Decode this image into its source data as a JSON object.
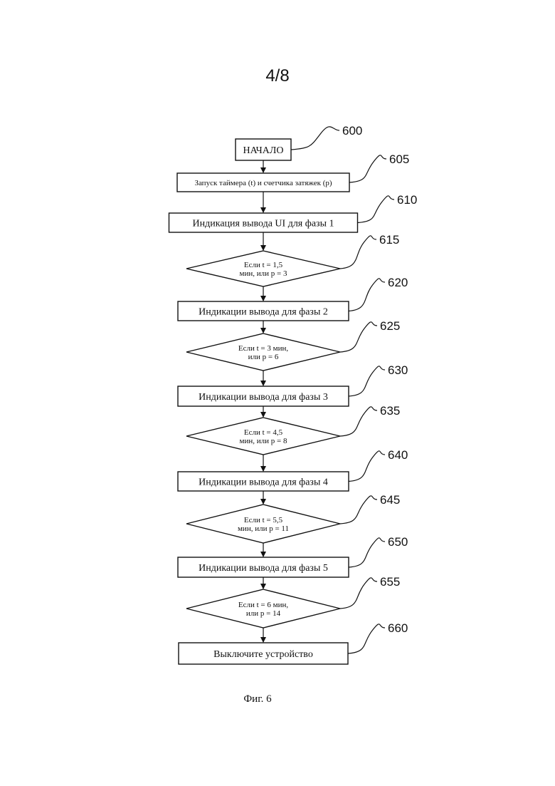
{
  "page": {
    "sheet_number": "4/8",
    "caption": "Фиг. 6"
  },
  "flowchart": {
    "nodes": [
      {
        "id": "600",
        "kind": "terminal",
        "ref": "600",
        "lines": [
          "НАЧАЛО"
        ]
      },
      {
        "id": "605",
        "kind": "process",
        "ref": "605",
        "lines": [
          "Запуск таймера (t) и счетчика затяжек (p)"
        ]
      },
      {
        "id": "610",
        "kind": "process",
        "ref": "610",
        "lines": [
          "Индикация вывода UI для фазы 1"
        ]
      },
      {
        "id": "615",
        "kind": "decision",
        "ref": "615",
        "lines": [
          "Если t = 1,5",
          "мин, или p = 3"
        ]
      },
      {
        "id": "620",
        "kind": "process",
        "ref": "620",
        "lines": [
          "Индикации вывода для фазы 2"
        ]
      },
      {
        "id": "625",
        "kind": "decision",
        "ref": "625",
        "lines": [
          "Если t = 3 мин,",
          "или p = 6"
        ]
      },
      {
        "id": "630",
        "kind": "process",
        "ref": "630",
        "lines": [
          "Индикации вывода для фазы 3"
        ]
      },
      {
        "id": "635",
        "kind": "decision",
        "ref": "635",
        "lines": [
          "Если t = 4,5",
          "мин, или p = 8"
        ]
      },
      {
        "id": "640",
        "kind": "process",
        "ref": "640",
        "lines": [
          "Индикации вывода для фазы 4"
        ]
      },
      {
        "id": "645",
        "kind": "decision",
        "ref": "645",
        "lines": [
          "Если t = 5,5",
          "мин, или p = 11"
        ]
      },
      {
        "id": "650",
        "kind": "process",
        "ref": "650",
        "lines": [
          "Индикации вывода для фазы 5"
        ]
      },
      {
        "id": "655",
        "kind": "decision",
        "ref": "655",
        "lines": [
          "Если t = 6 мин,",
          "или p = 14"
        ]
      },
      {
        "id": "660",
        "kind": "process",
        "ref": "660",
        "lines": [
          "Выключите устройство"
        ]
      }
    ],
    "edges": [
      [
        "600",
        "605"
      ],
      [
        "605",
        "610"
      ],
      [
        "610",
        "615"
      ],
      [
        "615",
        "620"
      ],
      [
        "620",
        "625"
      ],
      [
        "625",
        "630"
      ],
      [
        "630",
        "635"
      ],
      [
        "635",
        "640"
      ],
      [
        "640",
        "645"
      ],
      [
        "645",
        "650"
      ],
      [
        "650",
        "655"
      ],
      [
        "655",
        "660"
      ]
    ]
  }
}
